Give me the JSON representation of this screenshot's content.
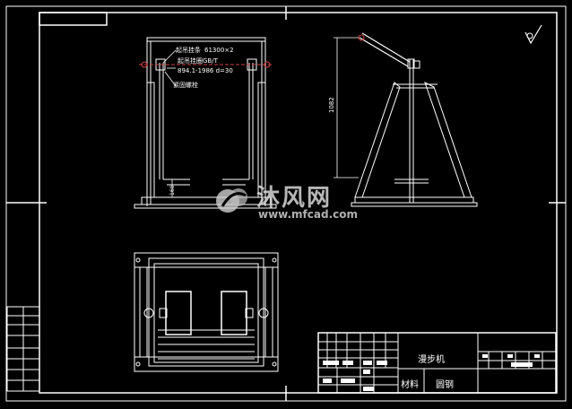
{
  "drawing": {
    "callouts": {
      "hanger": "起吊挂条",
      "hanger_spec": "61300×2",
      "ring_std": "起吊挂圈GB/T",
      "ring_spec": "894.1-1986 d=30",
      "bolt": "紧固螺栓"
    },
    "dim_height": "1082",
    "dim_small": "160",
    "roughness_symbol": "√"
  },
  "title_block": {
    "name": "漫步机",
    "material_label": "材料",
    "material_value": "圆钢"
  },
  "watermark": {
    "text": "沐风网",
    "url": "www.mfcad.com"
  },
  "colors": {
    "line": "#ffffff",
    "accent": "#d04040",
    "background": "#000000"
  }
}
